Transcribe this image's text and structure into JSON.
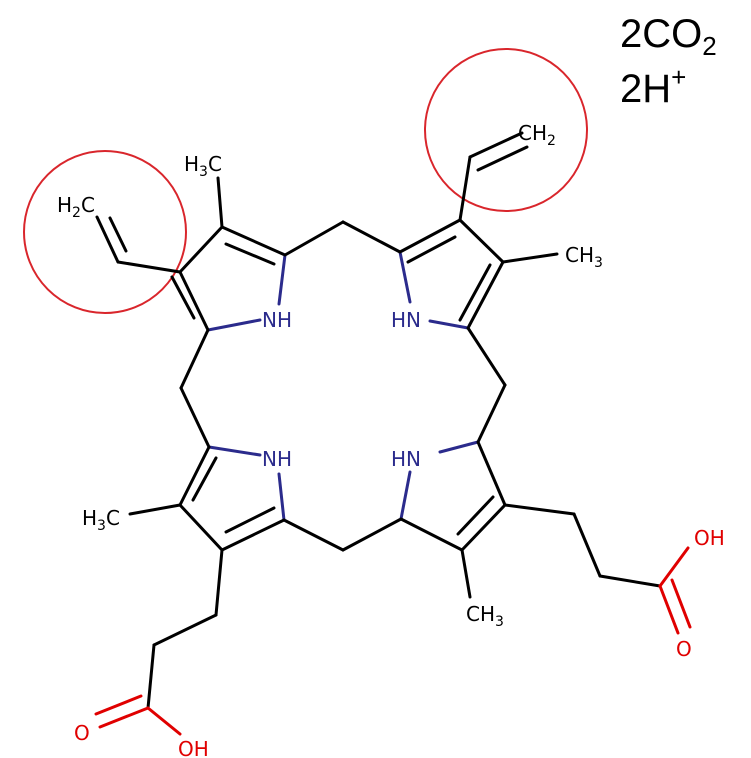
{
  "products": [
    {
      "coef": "2",
      "base": "CO",
      "sub": "2",
      "sup": ""
    },
    {
      "coef": "2",
      "base": "H",
      "sub": "",
      "sup": "+"
    }
  ],
  "labels": {
    "vinyl_left": {
      "main": "H",
      "sub": "2",
      "tail": "C"
    },
    "vinyl_right": {
      "main": "CH",
      "sub": "2",
      "tail": ""
    },
    "methyl_top_left": {
      "main": "H",
      "sub": "3",
      "tail": "C"
    },
    "methyl_right": {
      "main": "CH",
      "sub": "3",
      "tail": ""
    },
    "methyl_bottom_left": {
      "main": "H",
      "sub": "3",
      "tail": "C"
    },
    "methyl_bottom": {
      "main": "CH",
      "sub": "3",
      "tail": ""
    },
    "nh_top_left": "NH",
    "hn_top_right": "HN",
    "nh_bottom_left": "NH",
    "hn_bottom_right": "HN",
    "oh_right": "OH",
    "o_right": "O",
    "o_bottom": "O",
    "oh_bottom": "OH"
  },
  "colors": {
    "carbon": "#000000",
    "nitrogen": "#2b2b8c",
    "oxygen": "#e00000",
    "highlight": "#d9262c"
  }
}
